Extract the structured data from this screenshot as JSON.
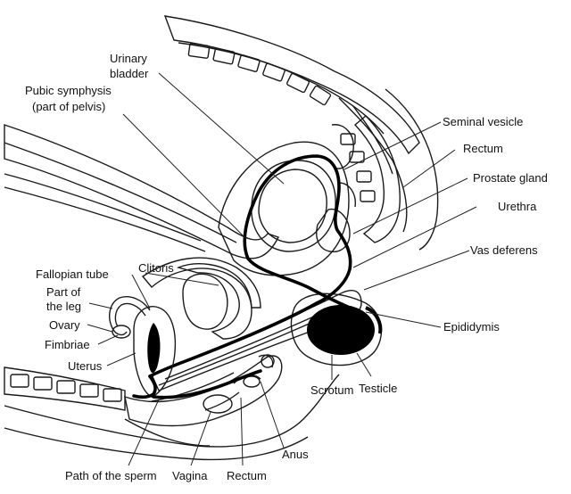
{
  "labels": {
    "urinary_bladder_1": "Urinary",
    "urinary_bladder_2": "bladder",
    "pubic_symphysis_1": "Pubic symphysis",
    "pubic_symphysis_2": "(part of pelvis)",
    "seminal_vesicle": "Seminal vesicle",
    "rectum_top": "Rectum",
    "prostate_gland": "Prostate gland",
    "urethra": "Urethra",
    "vas_deferens": "Vas deferens",
    "fallopian_tube": "Fallopian tube",
    "part_of_leg_1": "Part of",
    "part_of_leg_2": "the leg",
    "ovary": "Ovary",
    "fimbriae": "Fimbriae",
    "uterus": "Uterus",
    "clitoris": "Clitoris",
    "epididymis": "Epididymis",
    "scrotum": "Scrotum",
    "testicle": "Testicle",
    "anus": "Anus",
    "path_of_sperm": "Path of the sperm",
    "vagina": "Vagina",
    "rectum_bottom": "Rectum"
  },
  "colors": {
    "ink": "#1a1a1a",
    "stipple": "#9a9a9a",
    "testicle_fill": "#000000",
    "background": "#ffffff"
  }
}
